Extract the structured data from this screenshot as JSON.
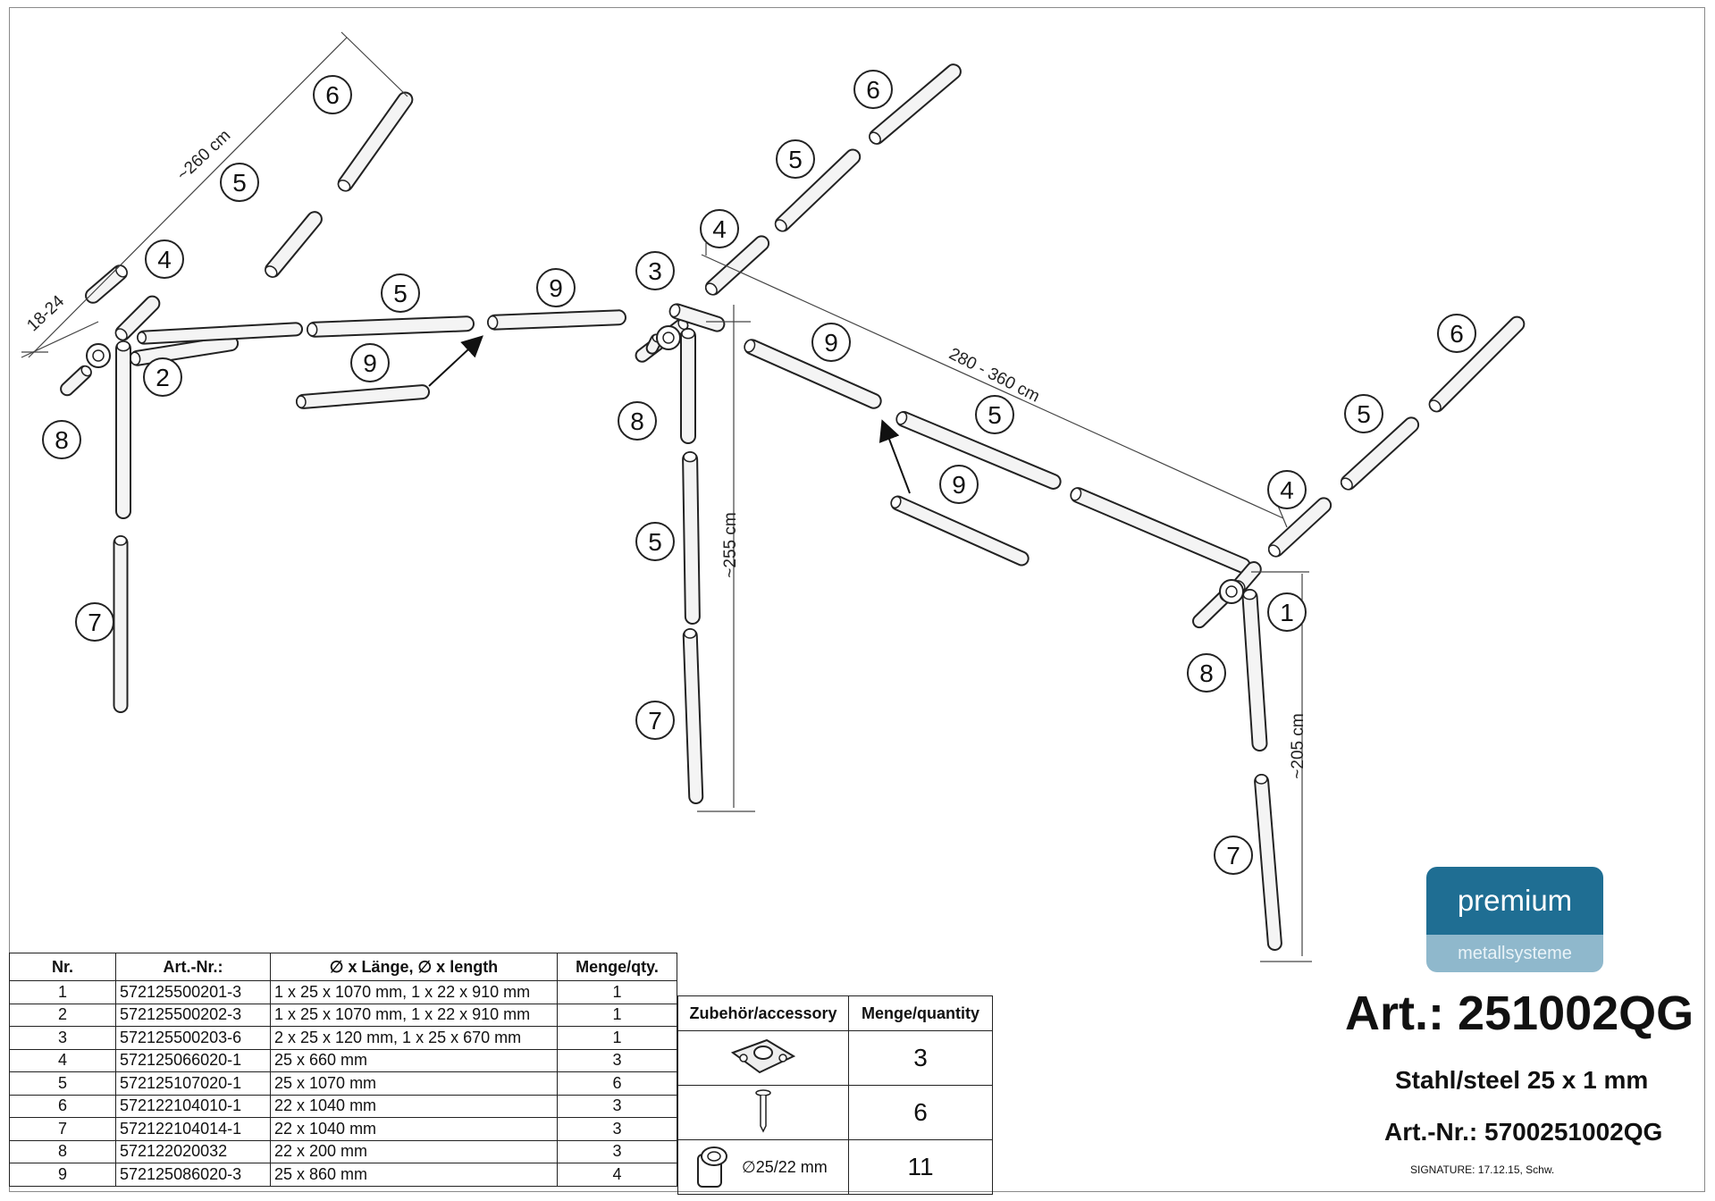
{
  "dimensions": {
    "d1": "~260 cm",
    "d2": "18-24",
    "d3": "280 - 360 cm",
    "d4": "~255 cm",
    "d5": "~205 cm"
  },
  "parts_table": {
    "headers": [
      "Nr.",
      "Art.-Nr.:",
      "∅ x Länge, ∅ x length",
      "Menge/qty."
    ],
    "rows": [
      {
        "nr": "1",
        "art": "572125500201-3",
        "dim": "1 x 25 x 1070 mm, 1 x 22 x 910 mm",
        "qty": "1"
      },
      {
        "nr": "2",
        "art": "572125500202-3",
        "dim": "1 x 25 x 1070 mm, 1 x 22 x 910 mm",
        "qty": "1"
      },
      {
        "nr": "3",
        "art": "572125500203-6",
        "dim": "2 x 25 x 120 mm, 1 x 25 x 670 mm",
        "qty": "1"
      },
      {
        "nr": "4",
        "art": "572125066020-1",
        "dim": "25 x 660 mm",
        "qty": "3"
      },
      {
        "nr": "5",
        "art": "572125107020-1",
        "dim": "25 x 1070 mm",
        "qty": "6"
      },
      {
        "nr": "6",
        "art": "572122104010-1",
        "dim": "22 x 1040 mm",
        "qty": "3"
      },
      {
        "nr": "7",
        "art": "572122104014-1",
        "dim": "22 x 1040 mm",
        "qty": "3"
      },
      {
        "nr": "8",
        "art": "572122020032",
        "dim": "22 x 200 mm",
        "qty": "3"
      },
      {
        "nr": "9",
        "art": "572125086020-3",
        "dim": "25 x 860 mm",
        "qty": "4"
      }
    ]
  },
  "accessory_table": {
    "headers": [
      "Zubehör/accessory",
      "Menge/quantity"
    ],
    "rows": [
      {
        "icon": "clamp-icon",
        "label": "",
        "qty": "3"
      },
      {
        "icon": "screw-icon",
        "label": "",
        "qty": "6"
      },
      {
        "icon": "pipe-clip-icon",
        "label": "∅25/22 mm",
        "qty": "11"
      }
    ]
  },
  "brand": {
    "name": "premium",
    "sub": "metallsysteme",
    "color": "#1f6e93",
    "sub_color": "#8fb8cc"
  },
  "title_block": {
    "art": "Art.: 251002QG",
    "material": "Stahl/steel 25 x 1 mm",
    "art_nr": "Art.-Nr.: 5700251002QG",
    "signature": "SIGNATURE: 17.12.15, Schw."
  }
}
